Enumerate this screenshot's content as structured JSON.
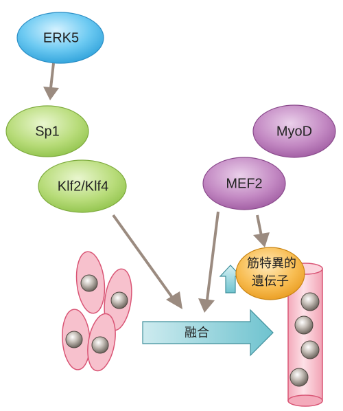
{
  "nodes": {
    "erk5": {
      "label": "ERK5"
    },
    "sp1": {
      "label": "Sp1"
    },
    "klf": {
      "label": "Klf2/Klf4"
    },
    "myod": {
      "label": "MyoD"
    },
    "mef2": {
      "label": "MEF2"
    },
    "muscle_genes": {
      "label_line1": "筋特異的",
      "label_line2": "遺伝子"
    }
  },
  "process": {
    "fusion_label": "融合"
  },
  "colors": {
    "erk5_fill": "#5bc3ef",
    "green_fill": "#b8dc7a",
    "purple_fill": "#c389c3",
    "orange_fill": "#f7b84a",
    "arrow_gray": "#9b8b80",
    "cell_pink": "#f5b9c7",
    "cell_stroke": "#d95575",
    "teal_arrow": "#9ad4dc"
  }
}
